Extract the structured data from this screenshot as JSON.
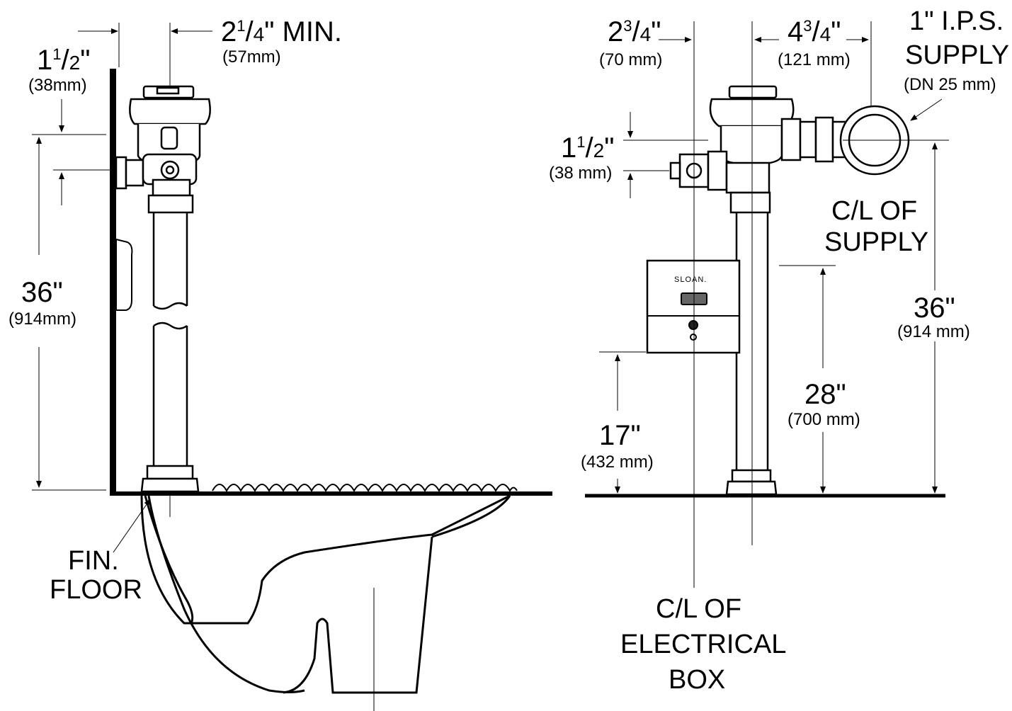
{
  "side_view": {
    "dim_wall_offset": {
      "value_whole": "1",
      "value_frac_num": "1",
      "value_frac_den": "2",
      "unit": "\"",
      "metric": "(38mm)"
    },
    "dim_min_clearance": {
      "value_whole": "2",
      "value_frac_num": "1",
      "value_frac_den": "4",
      "unit": "\" MIN.",
      "metric": "(57mm)"
    },
    "dim_height": {
      "value": "36\"",
      "metric": "(914mm)"
    },
    "floor_label": {
      "line1": "FIN.",
      "line2": "FLOOR"
    }
  },
  "front_view": {
    "dim_elec_offset": {
      "value_whole": "2",
      "value_frac_num": "3",
      "value_frac_den": "4",
      "unit": "\"",
      "metric": "(70 mm)"
    },
    "dim_supply_offset": {
      "value_whole": "4",
      "value_frac_num": "3",
      "value_frac_den": "4",
      "unit": "\"",
      "metric": "(121 mm)"
    },
    "supply_label": {
      "line1": "1\" I.P.S.",
      "line2": "SUPPLY",
      "line3": "(DN 25 mm)"
    },
    "dim_stop_offset": {
      "value_whole": "1",
      "value_frac_num": "1",
      "value_frac_den": "2",
      "unit": "\"",
      "metric": "(38 mm)"
    },
    "supply_cl_label": {
      "line1": "C/L OF",
      "line2": "SUPPLY"
    },
    "dim_supply_height": {
      "value": "36\"",
      "metric": "(914 mm)"
    },
    "dim_box_top": {
      "value": "28\"",
      "metric": "(700 mm)"
    },
    "dim_box_bottom": {
      "value": "17\"",
      "metric": "(432 mm)"
    },
    "electrical_cl_label": {
      "line1": "C/L OF",
      "line2": "ELECTRICAL",
      "line3": "BOX"
    },
    "brand": "SLOAN."
  }
}
